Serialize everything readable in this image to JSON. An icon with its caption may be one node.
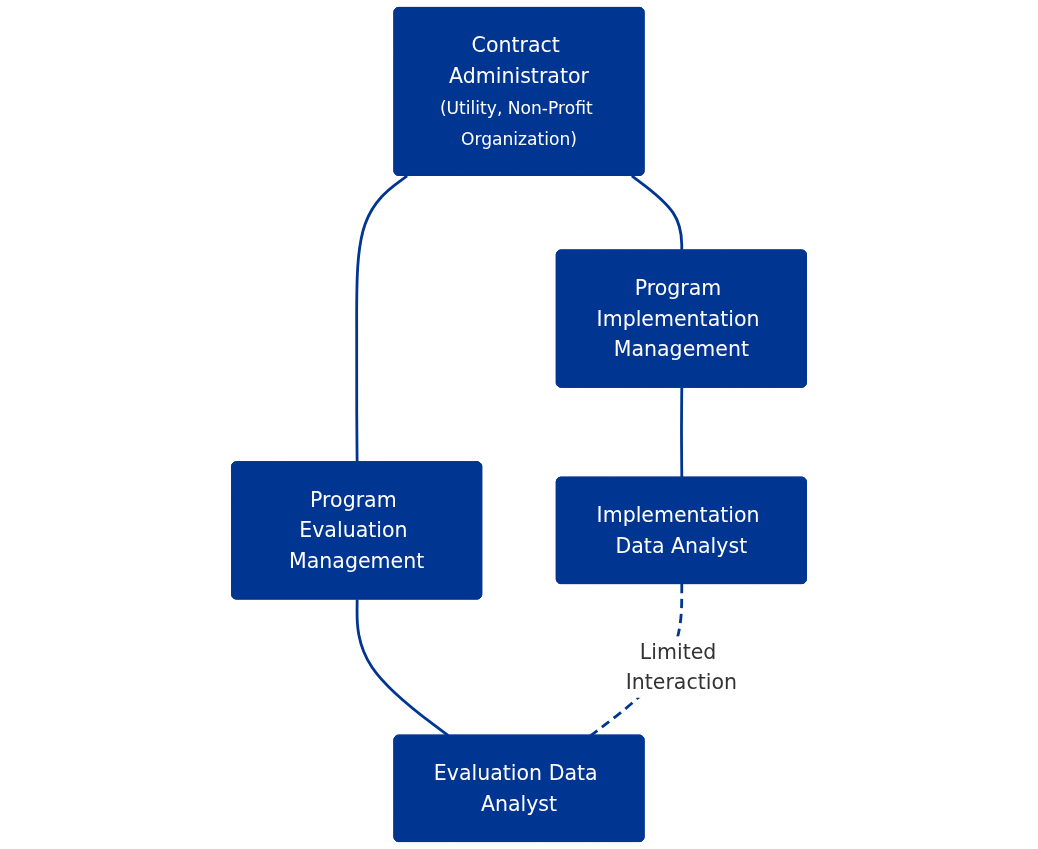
{
  "diagram": {
    "nodes": [
      {
        "text": [
          "Contract Administrator",
          "(Utility, Non-Profit Organization)"
        ]
      },
      {
        "text": [
          "Program Implementation Management"
        ]
      },
      {
        "text": [
          "Program Evaluation Management"
        ]
      },
      {
        "text": [
          "Implementation Data Analyst"
        ]
      },
      {
        "text": [
          "Evaluation Data Analyst"
        ]
      }
    ],
    "edges": [
      {
        "from": 0,
        "to": 1,
        "arrow": "none"
      },
      {
        "from": 0,
        "to": 2,
        "arrow": "none"
      },
      {
        "from": 1,
        "to": 3,
        "arrow": "none"
      },
      {
        "from": 2,
        "to": 4,
        "arrow": "none"
      },
      {
        "from": 3,
        "to": 4,
        "arrow": "none",
        "label": "Limited Interaction",
        "style": "dashed"
      }
    ]
  }
}
